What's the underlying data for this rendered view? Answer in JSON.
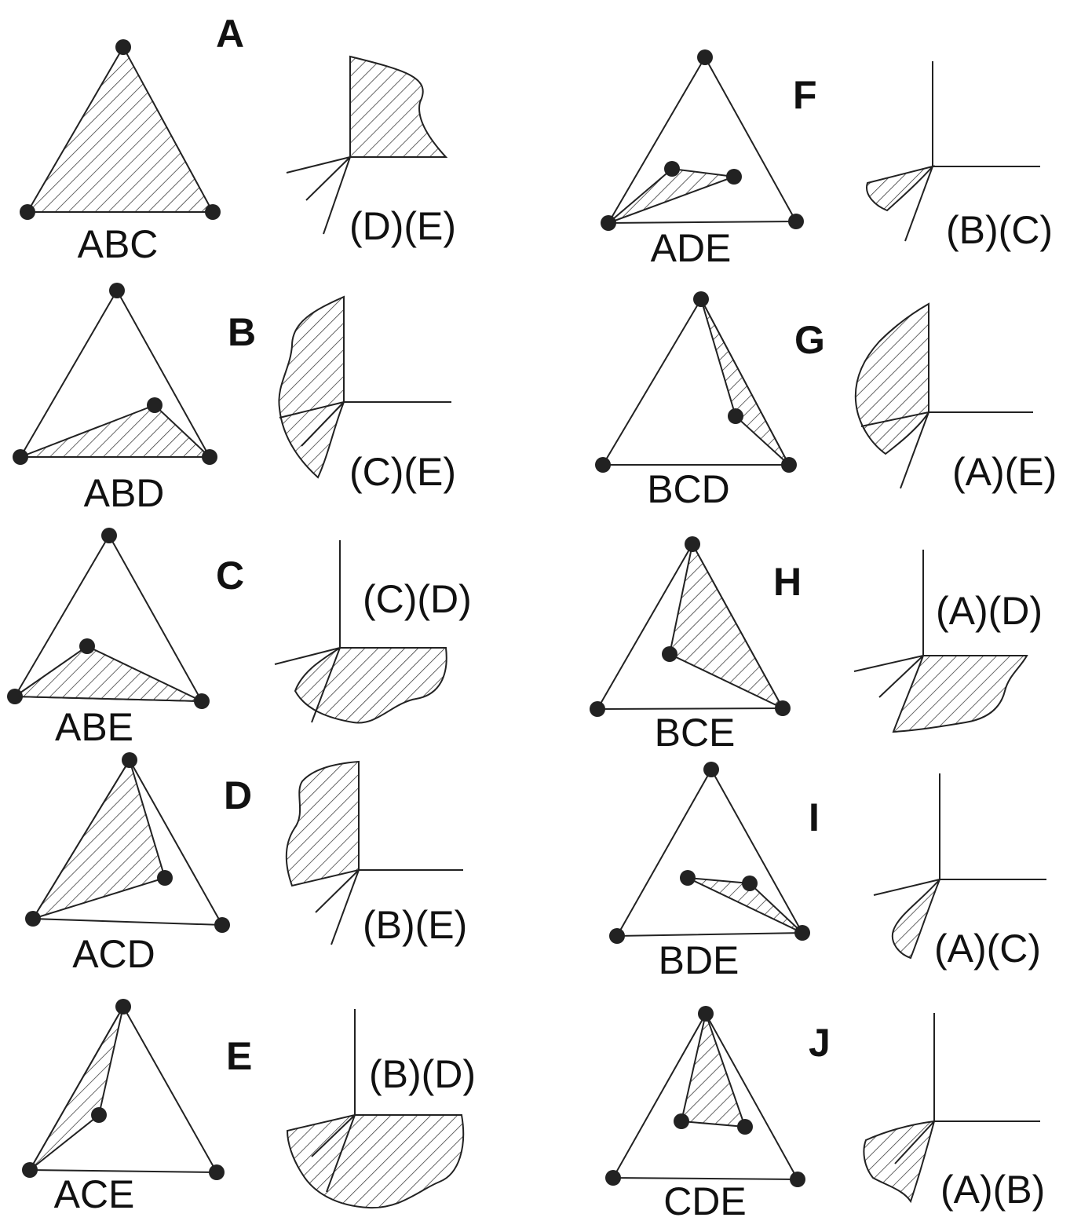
{
  "panels": [
    {
      "letter": "A",
      "triangle": "ABC",
      "pair": "(D)(E)"
    },
    {
      "letter": "B",
      "triangle": "ABD",
      "pair": "(C)(E)"
    },
    {
      "letter": "C",
      "triangle": "ABE",
      "pair": "(C)(D)"
    },
    {
      "letter": "D",
      "triangle": "ACD",
      "pair": "(B)(E)"
    },
    {
      "letter": "E",
      "triangle": "ACE",
      "pair": "(B)(D)"
    },
    {
      "letter": "F",
      "triangle": "ADE",
      "pair": "(B)(C)"
    },
    {
      "letter": "G",
      "triangle": "BCD",
      "pair": "(A)(E)"
    },
    {
      "letter": "H",
      "triangle": "BCE",
      "pair": "(A)(D)"
    },
    {
      "letter": "I",
      "triangle": "BDE",
      "pair": "(A)(C)"
    },
    {
      "letter": "J",
      "triangle": "CDE",
      "pair": "(A)(B)"
    }
  ]
}
